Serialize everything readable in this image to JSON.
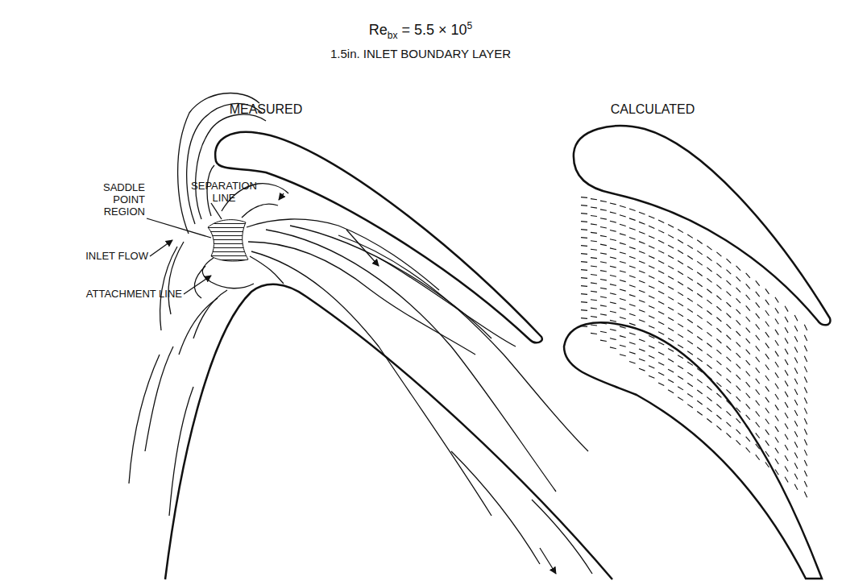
{
  "diagram": {
    "labels": [
      "Re",
      "bx",
      "= 5.5 × 10",
      "5",
      "1.5in. INLET BOUNDARY LAYER",
      "MEASURED",
      "CALCULATED",
      "SADDLE POINT REGION",
      "SEPARATION LINE",
      "INLET FLOW",
      "ATTACHMENT LINE"
    ]
  }
}
